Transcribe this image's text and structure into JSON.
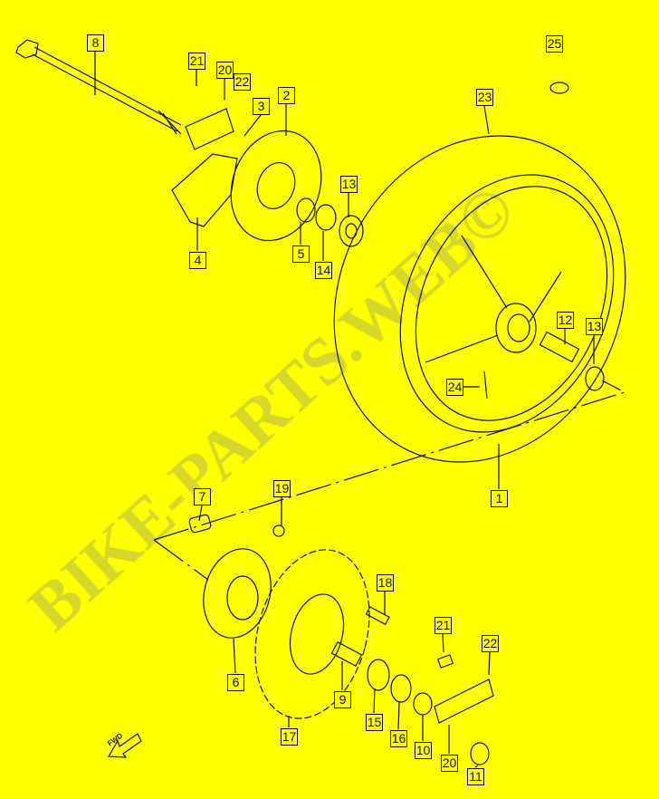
{
  "diagram": {
    "title": "Rear wheel exploded parts diagram",
    "watermark": "BIKE-PARTS.WEB©",
    "fwd_label": "FWD",
    "callouts": [
      "8",
      "21",
      "20",
      "22",
      "3",
      "2",
      "25",
      "23",
      "13",
      "4",
      "5",
      "14",
      "12",
      "13",
      "24",
      "1",
      "7",
      "19",
      "18",
      "21",
      "22",
      "6",
      "9",
      "15",
      "16",
      "10",
      "20",
      "17",
      "11"
    ],
    "colors": {
      "background": "#ffff00",
      "line": "#111111",
      "watermark": "#c8c83a"
    }
  }
}
